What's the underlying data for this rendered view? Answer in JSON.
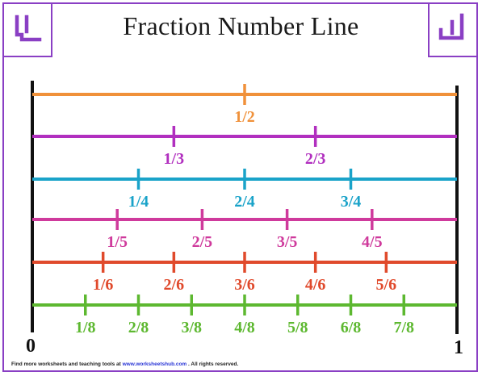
{
  "title": "Fraction Number Line",
  "colors": {
    "frame": "#8a3fc4",
    "axis": "#111111",
    "halves": "#f0913a",
    "thirds": "#b12fbf",
    "fourths": "#1aa3c9",
    "fifths": "#cf3a9c",
    "sixths": "#e04a2c",
    "eighths": "#5db830"
  },
  "endpoints": {
    "start": "0",
    "end": "1"
  },
  "rows": [
    {
      "name": "halves",
      "denominator": 2,
      "labels": [
        "1/2"
      ]
    },
    {
      "name": "thirds",
      "denominator": 3,
      "labels": [
        "1/3",
        "2/3"
      ]
    },
    {
      "name": "fourths",
      "denominator": 4,
      "labels": [
        "1/4",
        "2/4",
        "3/4"
      ]
    },
    {
      "name": "fifths",
      "denominator": 5,
      "labels": [
        "1/5",
        "2/5",
        "3/5",
        "4/5"
      ]
    },
    {
      "name": "sixths",
      "denominator": 6,
      "labels": [
        "1/6",
        "2/6",
        "3/6",
        "4/6",
        "5/6"
      ]
    },
    {
      "name": "eighths",
      "denominator": 8,
      "labels": [
        "1/8",
        "2/8",
        "3/8",
        "4/8",
        "5/8",
        "6/8",
        "7/8"
      ]
    }
  ],
  "footer": {
    "prefix": "Find more worksheets and teaching tools at",
    "site": "www.worksheetshub.com",
    "suffix": ". All rights reserved."
  }
}
